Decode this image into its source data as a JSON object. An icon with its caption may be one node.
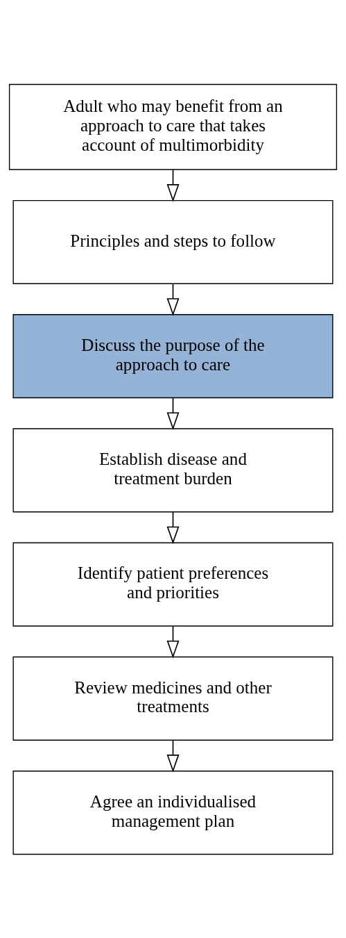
{
  "diagram": {
    "nodes": [
      {
        "text": [
          "Adult who may benefit from an approach to care that takes account of multimorbidity"
        ]
      },
      {
        "text": [
          "Principles and steps to follow"
        ]
      },
      {
        "text": [
          "Discuss the purpose of the approach to care"
        ]
      },
      {
        "text": [
          "Establish disease and treatment burden"
        ]
      },
      {
        "text": [
          "Identify patient preferences and priorities"
        ]
      },
      {
        "text": [
          "Review medicines and other treatments"
        ]
      },
      {
        "text": [
          "Agree an individualised management plan"
        ]
      }
    ],
    "edges": [
      {
        "from": 0,
        "to": 1,
        "arrow": "to"
      },
      {
        "from": 1,
        "to": 2,
        "arrow": "to"
      },
      {
        "from": 2,
        "to": 3,
        "arrow": "to"
      },
      {
        "from": 3,
        "to": 4,
        "arrow": "to"
      },
      {
        "from": 4,
        "to": 5,
        "arrow": "to"
      },
      {
        "from": 5,
        "to": 6,
        "arrow": "to"
      }
    ]
  }
}
